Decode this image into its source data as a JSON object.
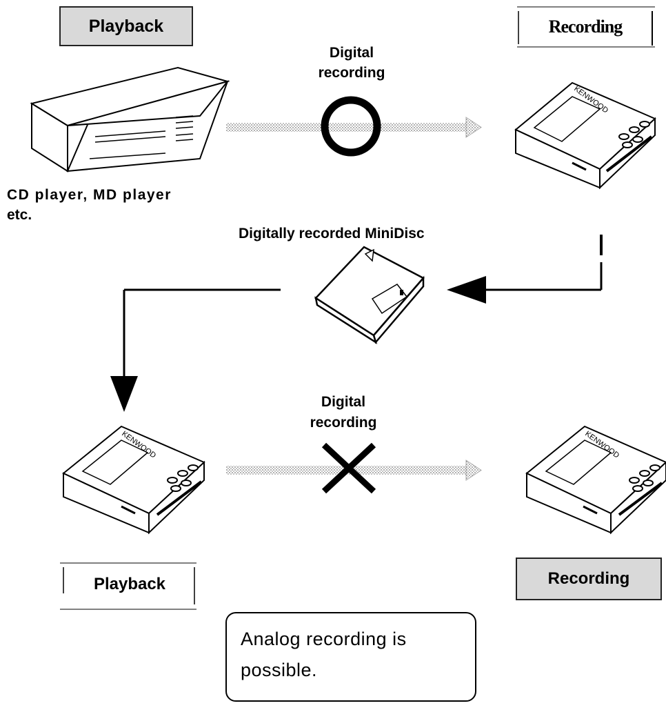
{
  "top": {
    "playback_label": "Playback",
    "recording_label": "Recording",
    "arrow_label_line1": "Digital",
    "arrow_label_line2": "recording",
    "source_caption_line1": "CD player, MD player",
    "source_caption_line2": "etc.",
    "allowed_symbol": "circle-ok-icon"
  },
  "middle": {
    "disc_caption": "Digitally recorded MiniDisc"
  },
  "bottom": {
    "playback_label": "Playback",
    "recording_label": "Recording",
    "arrow_label_line1": "Digital",
    "arrow_label_line2": "recording",
    "forbidden_symbol": "cross-ng-icon"
  },
  "note": {
    "text_line1": "Analog recording is",
    "text_line2": "possible."
  },
  "device_brand": "KENWOOD"
}
